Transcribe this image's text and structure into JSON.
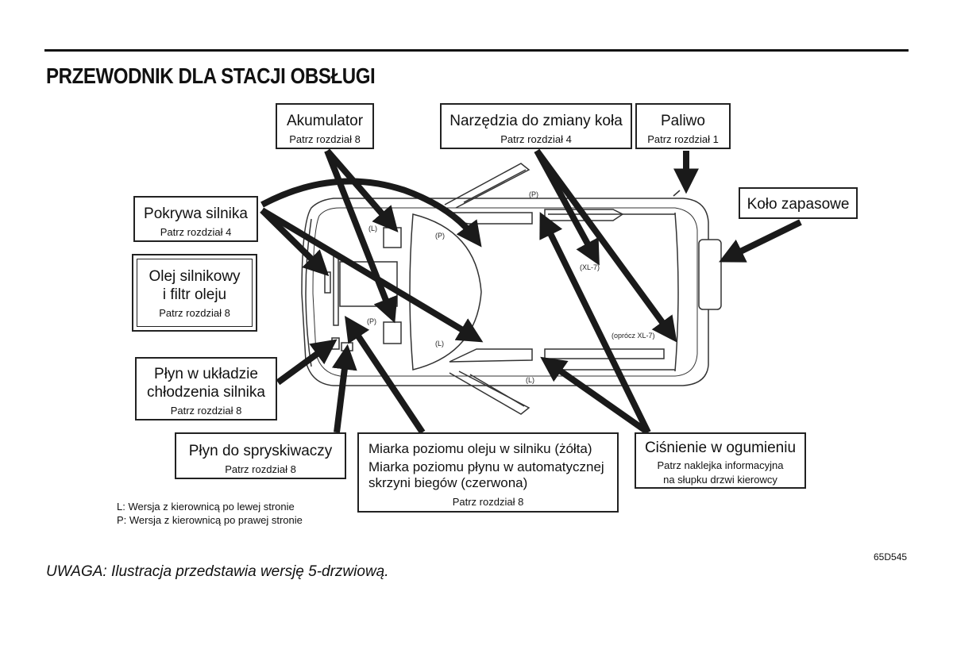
{
  "header": {
    "title": "PRZEWODNIK DLA STACJI OBSŁUGI"
  },
  "labels": {
    "akumulator": {
      "main": "Akumulator",
      "sub": "Patrz rozdział 8"
    },
    "narzedzia": {
      "main": "Narzędzia do zmiany koła",
      "sub": "Patrz rozdział 4"
    },
    "paliwo": {
      "main": "Paliwo",
      "sub": "Patrz rozdział 1"
    },
    "kolo": {
      "main": "Koło zapasowe"
    },
    "pokrywa": {
      "main": "Pokrywa silnika",
      "sub": "Patrz rozdział 4"
    },
    "olej": {
      "main1": "Olej silnikowy",
      "main2": "i filtr oleju",
      "sub": "Patrz rozdział 8"
    },
    "chlodzenie": {
      "main1": "Płyn w układzie",
      "main2": "chłodzenia silnika",
      "sub": "Patrz rozdział 8"
    },
    "spryskiwacze": {
      "main": "Płyn do spryskiwaczy",
      "sub": "Patrz rozdział 8"
    },
    "miarka": {
      "line1": "Miarka poziomu oleju w silniku (żółta)",
      "line2": "Miarka poziomu płynu w automatycznej",
      "line3": "skrzyni biegów (czerwona)",
      "sub": "Patrz rozdział 8"
    },
    "cisnienie": {
      "main": "Ciśnienie w ogumieniu",
      "sub1": "Patrz naklejka informacyjna",
      "sub2": "na słupku drzwi kierowcy"
    }
  },
  "car_marks": {
    "p_top_door": "(P)",
    "l_engine": "(L)",
    "p_front_seat": "(P)",
    "xl7": "(XL-7)",
    "p_engine": "(P)",
    "l_front_seat": "(L)",
    "oprocz": "(oprócz XL-7)",
    "l_bottom_door": "(L)"
  },
  "legend": {
    "l": "L: Wersja z kierownicą po lewej stronie",
    "p": "P: Wersja z kierownicą po prawej stronie"
  },
  "note": "UWAGA: Ilustracja przedstawia wersję 5-drzwiową.",
  "image_code": "65D545"
}
